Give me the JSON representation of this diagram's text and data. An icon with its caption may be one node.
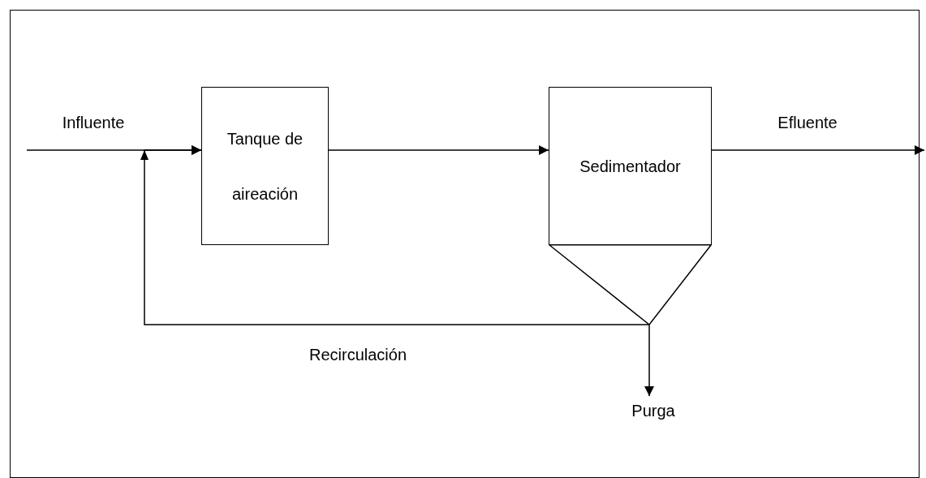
{
  "diagram": {
    "nodes": [
      {
        "text": [
          "Tanque de aireación"
        ]
      },
      {
        "text": [
          "Sedimentador"
        ]
      },
      {
        "text": [],
        "shape": "cone"
      },
      {
        "text": [
          "Purga"
        ]
      }
    ],
    "edges": [
      {
        "from": null,
        "to": 0,
        "arrow": "to",
        "label": "Influente"
      },
      {
        "from": 0,
        "to": 1,
        "arrow": "to"
      },
      {
        "from": 1,
        "to": null,
        "arrow": "to",
        "label": "Efluente"
      },
      {
        "from": 2,
        "to": 0,
        "arrow": "to",
        "label": "Recirculación"
      },
      {
        "from": 2,
        "to": 3,
        "arrow": "to"
      }
    ]
  }
}
